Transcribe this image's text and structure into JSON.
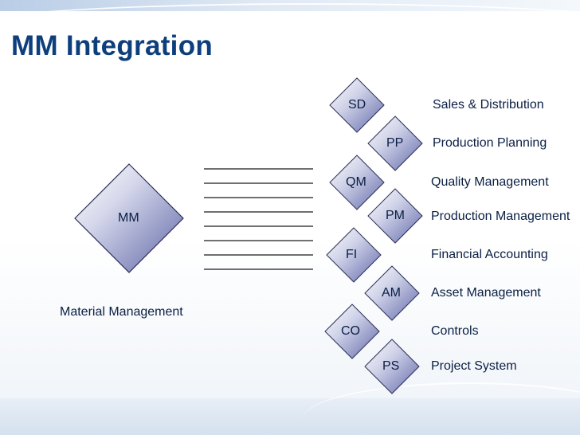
{
  "title": "MM Integration",
  "center": {
    "code": "MM",
    "caption": "Material Management"
  },
  "modules": [
    {
      "code": "SD",
      "name": "Sales & Distribution"
    },
    {
      "code": "PP",
      "name": "Production Planning"
    },
    {
      "code": "QM",
      "name": "Quality Management"
    },
    {
      "code": "PM",
      "name": "Production Management"
    },
    {
      "code": "FI",
      "name": "Financial Accounting"
    },
    {
      "code": "AM",
      "name": "Asset Management"
    },
    {
      "code": "CO",
      "name": "Controls"
    },
    {
      "code": "PS",
      "name": "Project System"
    }
  ],
  "colors": {
    "title": "#0e3f7d",
    "diamond_light": "#ffffff",
    "diamond_dark": "#6d73b0",
    "line": "#1a1a1a"
  }
}
